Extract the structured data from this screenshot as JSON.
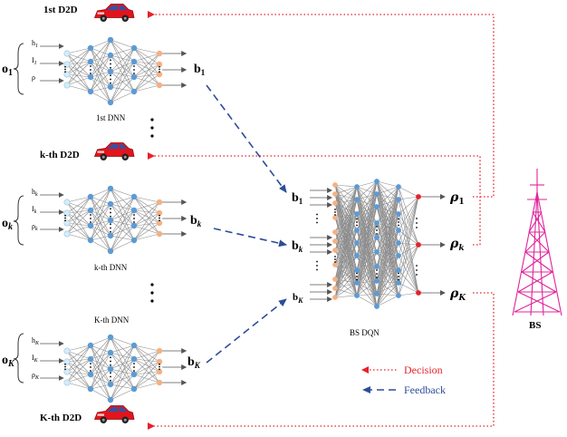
{
  "agents": [
    {
      "id": "first",
      "d2d_label": "1st  D2D",
      "dnn_label": "1st  DNN",
      "obs_label": "o",
      "obs_sub": "1",
      "out_label": "b",
      "out_sub": "1",
      "inputs": [
        {
          "t": "h",
          "s": "1"
        },
        {
          "t": "I",
          "s": "1"
        },
        {
          "t": "ρ",
          "s": ""
        }
      ]
    },
    {
      "id": "kth",
      "d2d_label": "k-th  D2D",
      "dnn_label": "k-th  DNN",
      "obs_label": "o",
      "obs_sub": "k",
      "out_label": "b",
      "out_sub": "k",
      "inputs": [
        {
          "t": "h",
          "s": "k"
        },
        {
          "t": "I",
          "s": "k"
        },
        {
          "t": "ρ",
          "s": "k"
        }
      ]
    },
    {
      "id": "Kth",
      "d2d_label": "K-th  D2D",
      "dnn_label": "K-th  DNN",
      "obs_label": "o",
      "obs_sub": "K",
      "out_label": "b",
      "out_sub": "K",
      "inputs": [
        {
          "t": "h",
          "s": "K"
        },
        {
          "t": "I",
          "s": "K"
        },
        {
          "t": "ρ",
          "s": "K"
        }
      ]
    }
  ],
  "bs_dqn": {
    "label": "BS  DQN",
    "inputs": [
      {
        "t": "b",
        "s": "1"
      },
      {
        "t": "b",
        "s": "k"
      },
      {
        "t": "b",
        "s": "K"
      }
    ],
    "outputs": [
      {
        "t": "ρ",
        "s": "1"
      },
      {
        "t": "ρ",
        "s": "k"
      },
      {
        "t": "ρ",
        "s": "K"
      }
    ]
  },
  "tower_label": "BS",
  "legend": {
    "decision": "Decision",
    "feedback": "Feedback"
  },
  "colors": {
    "decision": "#e8202a",
    "feedback": "#2e4c9a",
    "input_node": "#d6ecf7",
    "hidden_node": "#5b9bd5",
    "output_node": "#f4b183",
    "tower": "#e0249a",
    "car_body": "#e3141b",
    "car_window": "#3a4fa0"
  },
  "icons": [
    "car-icon",
    "tower-icon"
  ]
}
